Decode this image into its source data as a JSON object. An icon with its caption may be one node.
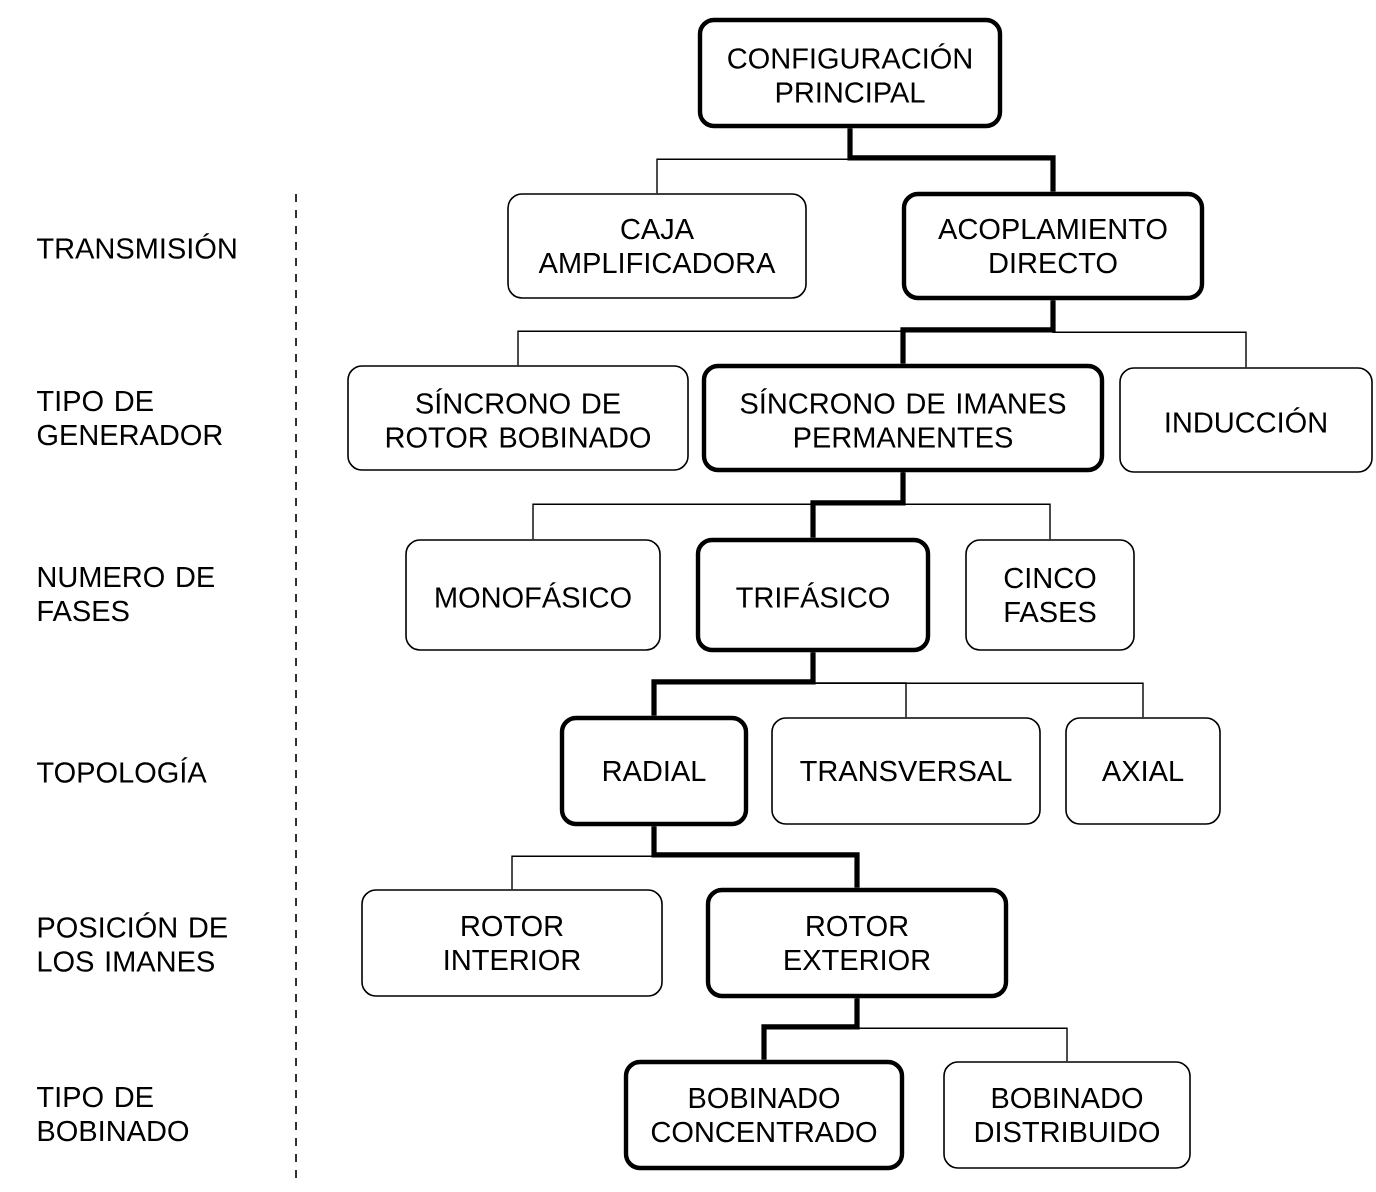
{
  "diagram": {
    "nodes": [
      {
        "text": [
          "CONFIGURACIÓN PRINCIPAL"
        ]
      },
      {
        "text": [
          "CAJA AMPLIFICADORA"
        ]
      },
      {
        "text": [
          "ACOPLAMIENTO DIRECTO"
        ]
      },
      {
        "text": [
          "SÍNCRONO DE ROTOR BOBINADO"
        ]
      },
      {
        "text": [
          "SÍNCRONO DE IMANES PERMANENTES"
        ]
      },
      {
        "text": [
          "INDUCCIÓN"
        ]
      },
      {
        "text": [
          "MONOFÁSICO"
        ]
      },
      {
        "text": [
          "TRIFÁSICO"
        ]
      },
      {
        "text": [
          "CINCO FASES"
        ]
      },
      {
        "text": [
          "RADIAL"
        ]
      },
      {
        "text": [
          "TRANSVERSAL"
        ]
      },
      {
        "text": [
          "AXIAL"
        ]
      },
      {
        "text": [
          "ROTOR INTERIOR"
        ]
      },
      {
        "text": [
          "ROTOR EXTERIOR"
        ]
      },
      {
        "text": [
          "BOBINADO CONCENTRADO"
        ]
      },
      {
        "text": [
          "BOBINADO DISTRIBUIDO"
        ]
      }
    ],
    "edges": [
      {
        "from": 0,
        "to": 1,
        "arrow": "none"
      },
      {
        "from": 0,
        "to": 2,
        "arrow": "none",
        "style": "thick"
      },
      {
        "from": 2,
        "to": 3,
        "arrow": "none"
      },
      {
        "from": 2,
        "to": 4,
        "arrow": "none",
        "style": "thick"
      },
      {
        "from": 2,
        "to": 5,
        "arrow": "none"
      },
      {
        "from": 4,
        "to": 6,
        "arrow": "none"
      },
      {
        "from": 4,
        "to": 7,
        "arrow": "none",
        "style": "thick"
      },
      {
        "from": 4,
        "to": 8,
        "arrow": "none"
      },
      {
        "from": 7,
        "to": 9,
        "arrow": "none",
        "style": "thick"
      },
      {
        "from": 7,
        "to": 10,
        "arrow": "none"
      },
      {
        "from": 7,
        "to": 11,
        "arrow": "none"
      },
      {
        "from": 9,
        "to": 12,
        "arrow": "none"
      },
      {
        "from": 9,
        "to": 13,
        "arrow": "none",
        "style": "thick"
      },
      {
        "from": 13,
        "to": 14,
        "arrow": "none",
        "style": "thick"
      },
      {
        "from": 13,
        "to": 15,
        "arrow": "none"
      }
    ],
    "labels": [
      "TRANSMISIÓN",
      "TIPO DE GENERADOR",
      "NUMERO DE FASES",
      "TOPOLOGÍA",
      "POSICIÓN DE LOS IMANES",
      "TIPO DE BOBINADO"
    ]
  }
}
